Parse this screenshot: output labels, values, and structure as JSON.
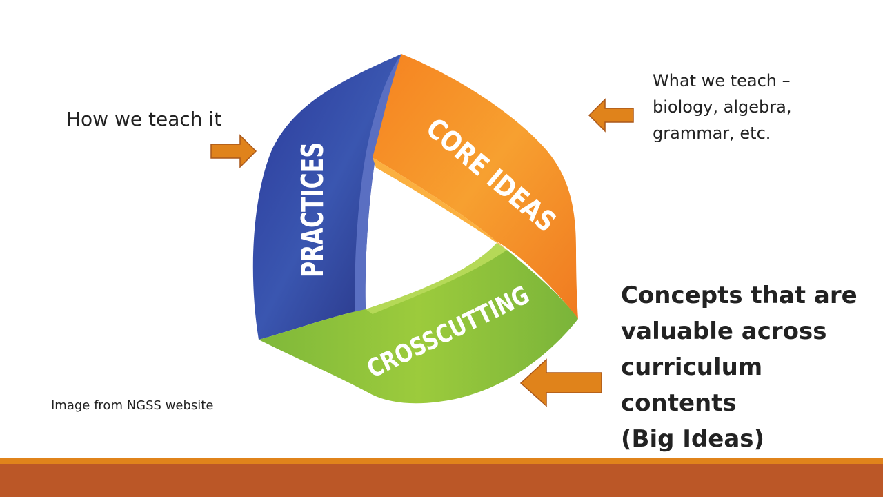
{
  "diagram": {
    "segments": {
      "practices": "PRACTICES",
      "core_ideas": "CORE IDEAS",
      "crosscutting": "CROSSCUTTING"
    },
    "colors": {
      "practices": "#2f3b95",
      "core_ideas": "#f5841f",
      "crosscutting": "#8cc43f",
      "arrow": "#e0831b"
    }
  },
  "annotations": {
    "how": "How we teach it",
    "what_lines": [
      "What we teach –",
      "biology, algebra,",
      "grammar, etc."
    ],
    "concepts_lines": [
      "Concepts that are",
      "valuable across",
      "curriculum contents",
      "(Big Ideas)"
    ],
    "credit": "Image from NGSS website"
  }
}
